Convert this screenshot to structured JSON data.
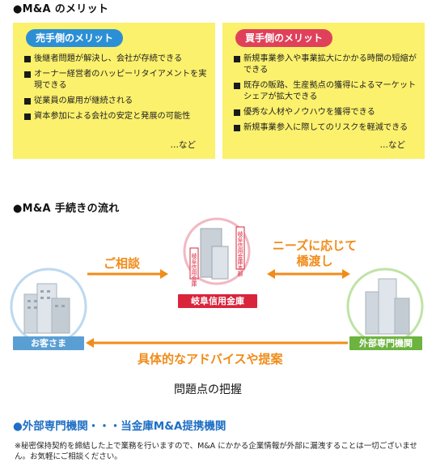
{
  "merit_section": {
    "title": "●M&A のメリット",
    "seller": {
      "label": "売手側のメリット",
      "items": [
        "後継者問題が解決し、会社が存続できる",
        "オーナー経営者のハッピーリタイアメントを実現できる",
        "従業員の雇用が継続される",
        "資本参加による会社の安定と発展の可能性"
      ],
      "etc": "…など"
    },
    "buyer": {
      "label": "買手側のメリット",
      "items": [
        "新規事業参入や事業拡大にかかる時間の短縮ができる",
        "既存の販路、生産拠点の獲得によるマーケットシェアが拡大できる",
        "優秀な人材やノウハウを獲得できる",
        "新規事業参入に際してのリスクを軽減できる"
      ],
      "etc": "…など"
    }
  },
  "flow_section": {
    "title": "●M&A 手続きの流れ",
    "customer_label": "お客さま",
    "bank_label": "岐阜信用金庫",
    "expert_label": "外部専門機関",
    "consult_label": "ご相談",
    "bridge_label_line1": "ニーズに応じて",
    "bridge_label_line2": "橋渡し",
    "advice_label": "具体的なアドバイスや提案",
    "problem_label": "問題点の把握",
    "building_sign_1": "岐阜信用金庫本部",
    "building_sign_2": "岐阜信用金庫"
  },
  "partner_section": {
    "title": "●外部専門機関・・・当金庫M&A提携機関"
  },
  "footnote": "※秘密保持契約を締結した上で業務を行いますので、M&A にかかる企業情報が外部に漏洩することは一切ございません。お気軽にご相談ください。",
  "colors": {
    "panel": "#fbf16c",
    "seller_pill": "#2c8fd6",
    "buyer_pill": "#e0415a",
    "arrow": "#f08c1a",
    "customer_tag": "#5a9fd4",
    "bank_tag": "#d9243c",
    "expert_tag": "#6cb33f"
  }
}
